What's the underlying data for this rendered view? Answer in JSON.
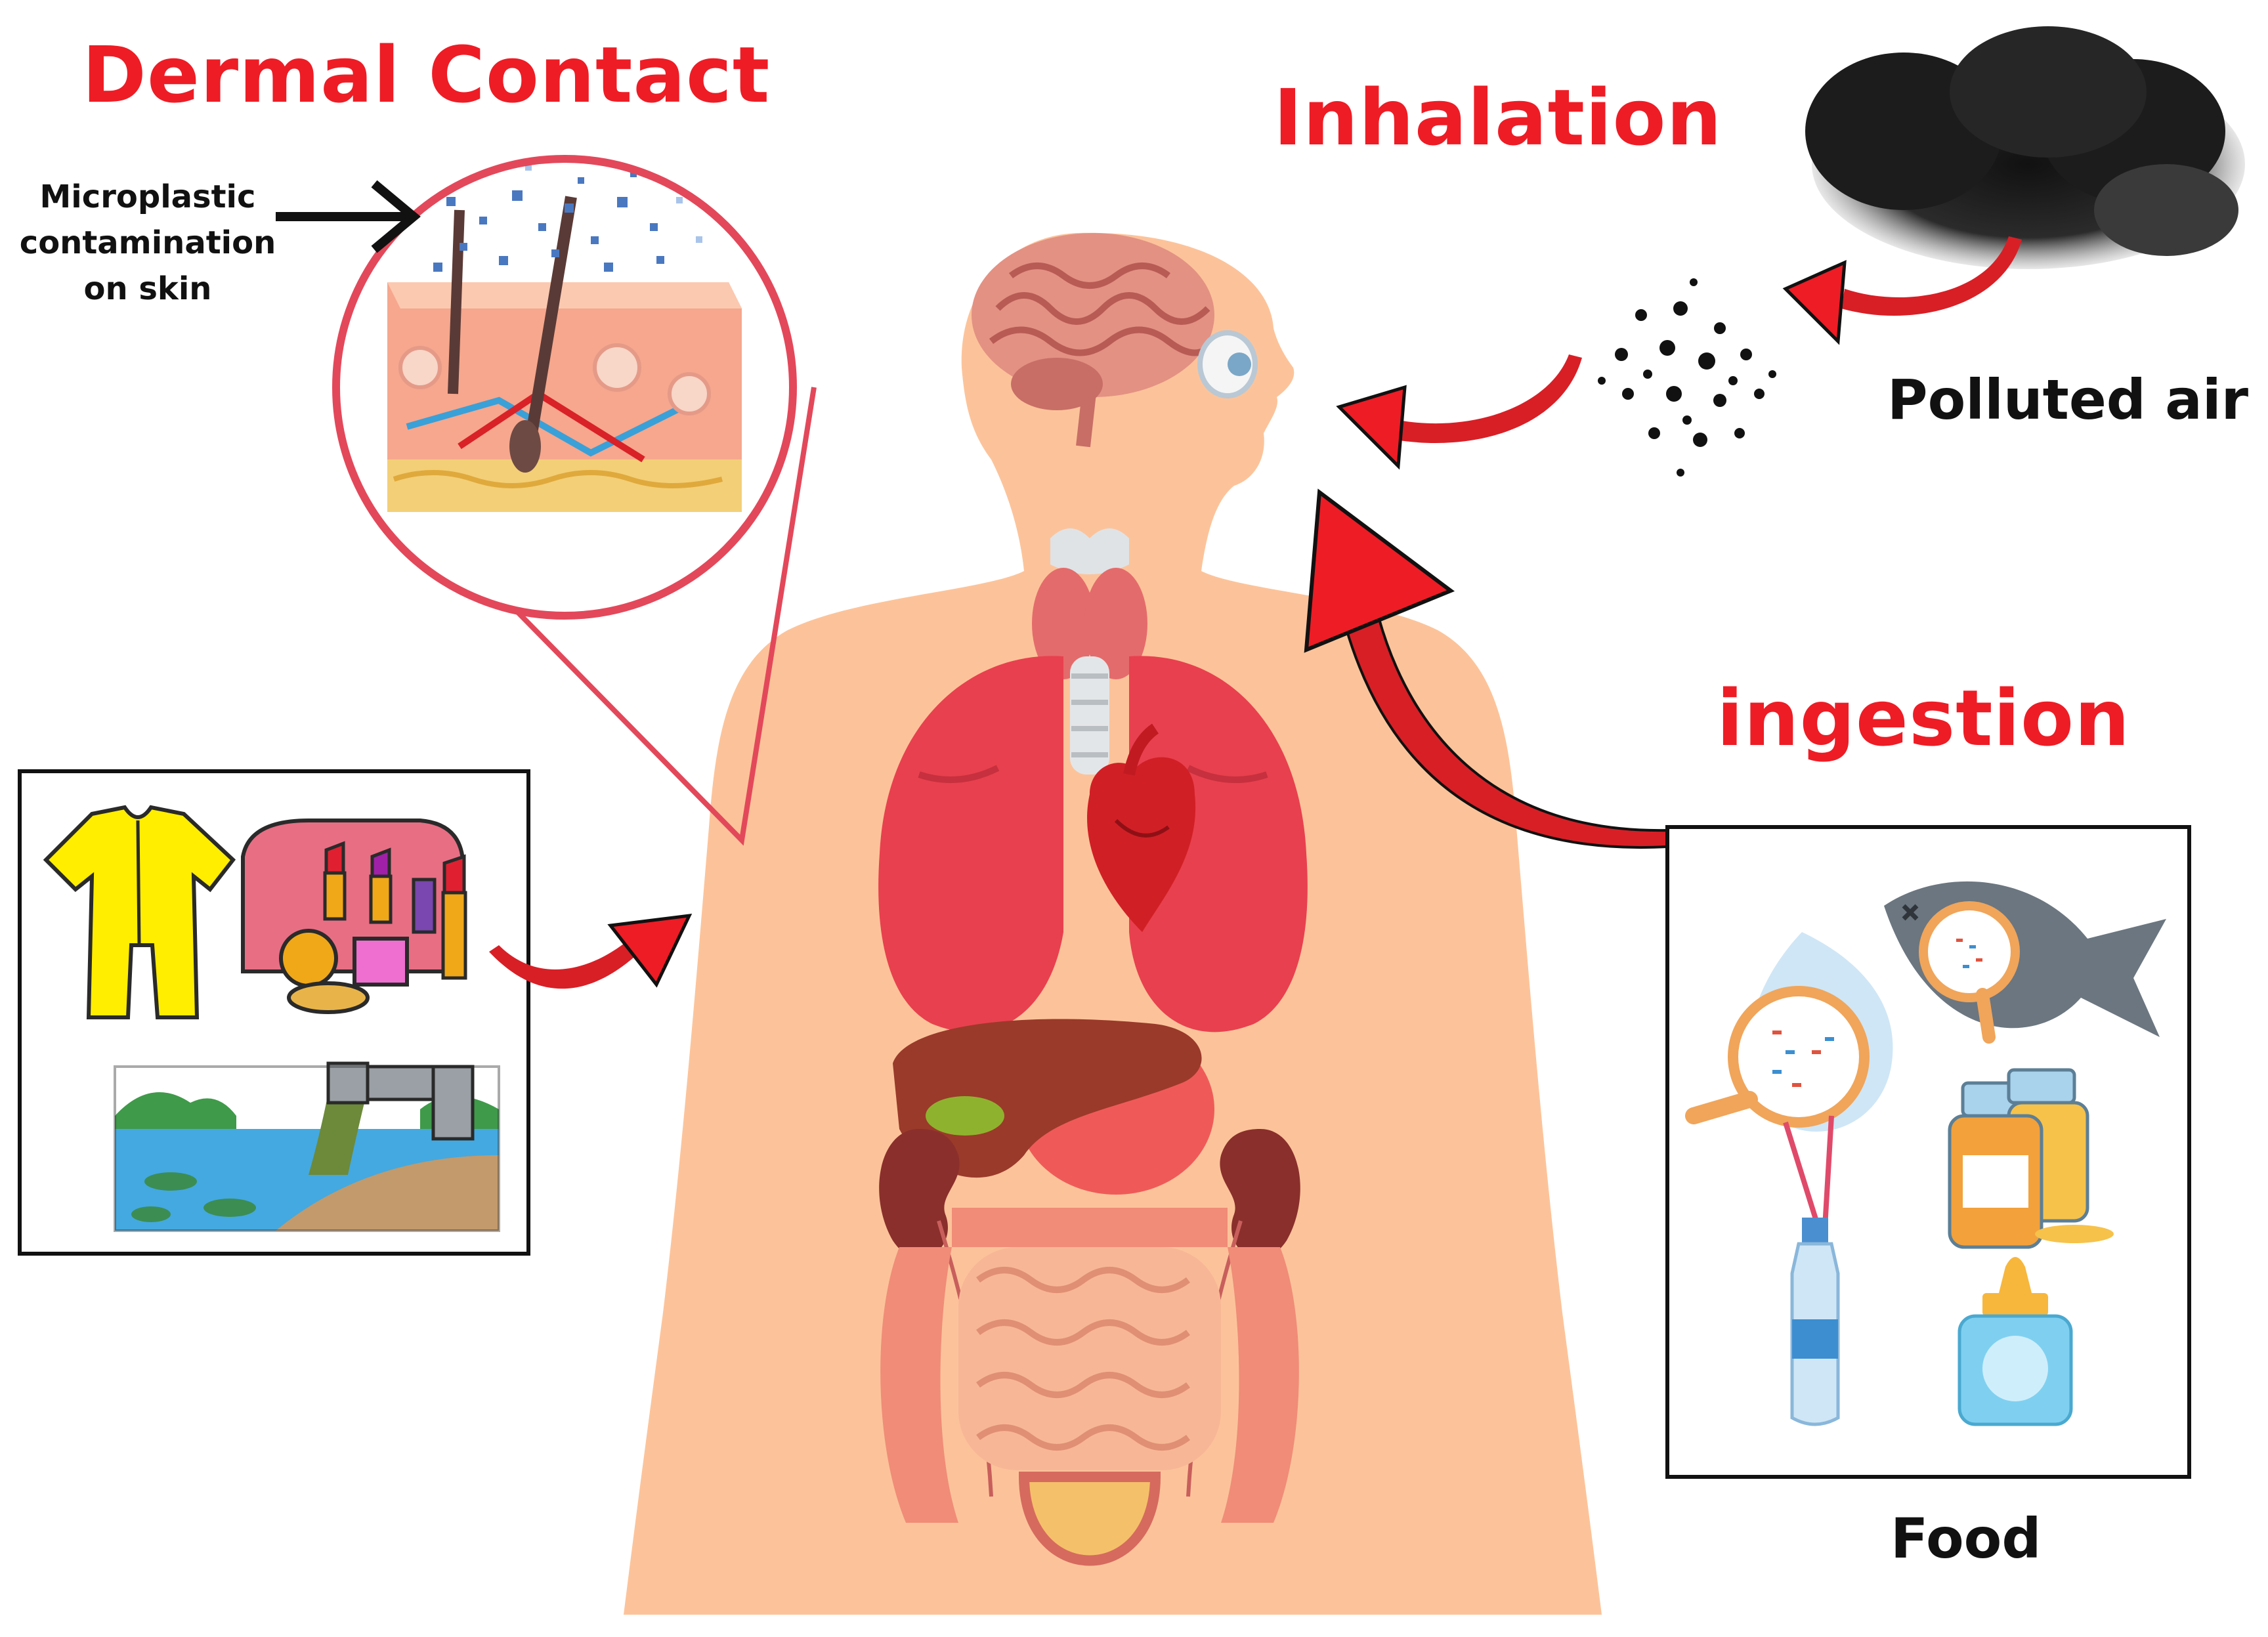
{
  "labels": {
    "dermal": "Dermal Contact",
    "inhalation": "Inhalation",
    "ingestion": "ingestion",
    "polluted_air": "Polluted air",
    "food": "Food",
    "microplastic_note": "Microplastic contamination on skin"
  },
  "colors": {
    "route_red": "#ee1c25",
    "skin": "#fcc39a",
    "lung": "#e8404e",
    "liver": "#9a3a2a",
    "kidney": "#8a2f2c",
    "intestine": "#f3a08a",
    "box_border": "#111111",
    "magnifier_ring": "#e3485a"
  },
  "icons": [
    "cloud-icon",
    "particle-cloud-icon",
    "brain-icon",
    "eye-icon",
    "thyroid-icon",
    "lungs-icon",
    "heart-icon",
    "liver-icon",
    "stomach-icon",
    "kidney-icon",
    "intestine-icon",
    "bladder-icon",
    "skin-section-icon",
    "clothing-icon",
    "cosmetics-bag-icon",
    "lipstick-icon",
    "wastewater-pipe-icon",
    "water-drop-magnifier-icon",
    "fish-icon",
    "supplement-bottle-icon",
    "water-bottle-icon",
    "baby-bottle-icon",
    "arrow-icon"
  ]
}
